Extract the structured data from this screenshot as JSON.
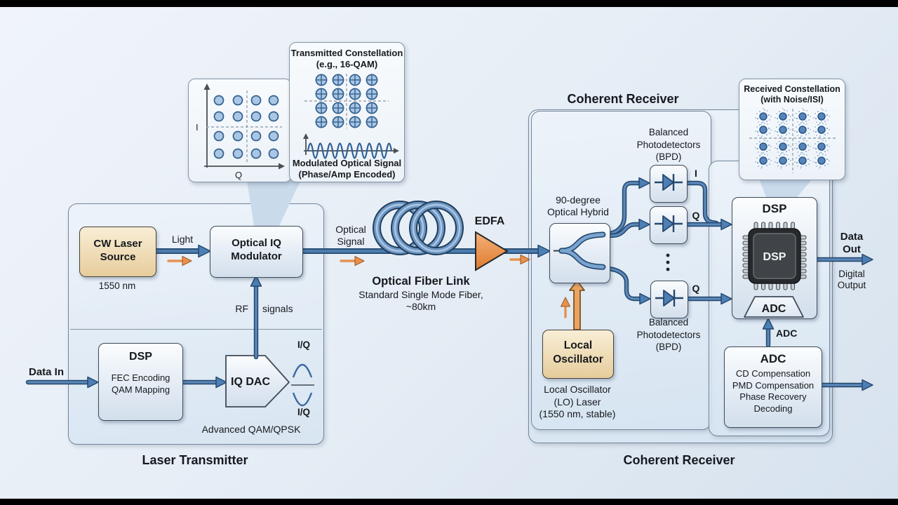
{
  "colors": {
    "line_blue": "#4d7fb5",
    "line_dark": "#24496f",
    "accent_orange": "#e8914e",
    "laser_box_tan": "#f0ddb4",
    "chip_dark": "#34383c",
    "background": "#e3ebf4"
  },
  "transmitter": {
    "section_title": "Laser Transmitter",
    "cw_laser_line1": "CW Laser",
    "cw_laser_line2": "Source",
    "wavelength": "1550 nm",
    "light": "Light",
    "modulator_line1": "Optical IQ",
    "modulator_line2": "Modulator",
    "rf_left": "RF",
    "rf_right": "signals",
    "data_in": "Data In",
    "dsp_title": "DSP",
    "dsp_line1": "FEC Encoding",
    "dsp_line2": "QAM Mapping",
    "dac": "IQ DAC",
    "iq_top": "I/Q",
    "iq_bottom": "I/Q",
    "note": "Advanced QAM/QPSK"
  },
  "iq_inset": {
    "i_axis": "I",
    "q_axis": "Q"
  },
  "tx_constellation": {
    "title_line1": "Transmitted Constellation",
    "title_line2": "(e.g., 16-QAM)",
    "caption_line1": "Modulated Optical Signal",
    "caption_line2": "(Phase/Amp Encoded)"
  },
  "fiber": {
    "signal_line1": "Optical",
    "signal_line2": "Signal",
    "amplifier": "EDFA",
    "link_title": "Optical Fiber Link",
    "link_sub1": "Standard Single Mode Fiber,",
    "link_sub2": "~80km"
  },
  "receiver": {
    "title_top": "Coherent Receiver",
    "section_title": "Coherent Receiver",
    "hybrid_line1": "90-degree",
    "hybrid_line2": "Optical Hybrid",
    "bpd_label_top": [
      "Balanced",
      "Photodetectors",
      "(BPD)"
    ],
    "bpd_label_bottom": [
      "Balanced",
      "Photodetectors",
      "(BPD)"
    ],
    "out_i": "I",
    "out_q_mid": "Q",
    "out_q_bottom": "Q",
    "lo_line1": "Local",
    "lo_line2": "Oscillator",
    "lo_caption": [
      "Local Oscillator",
      "(LO) Laser",
      "(1550 nm, stable)"
    ],
    "dsp_title": "DSP",
    "chip_label": "DSP",
    "adc_trapezoid": "ADC",
    "adc_arrow": "ADC",
    "data_out_line1": "Data",
    "data_out_line2": "Out",
    "data_out_sub1": "Digital",
    "data_out_sub2": "Output",
    "adc_box_title": "ADC",
    "adc_box_lines": [
      "CD Compensation",
      "PMD Compensation",
      "Phase Recovery",
      "Decoding"
    ]
  },
  "rx_constellation": {
    "title_line1": "Received Constellation",
    "title_line2": "(with Noise/ISI)"
  }
}
